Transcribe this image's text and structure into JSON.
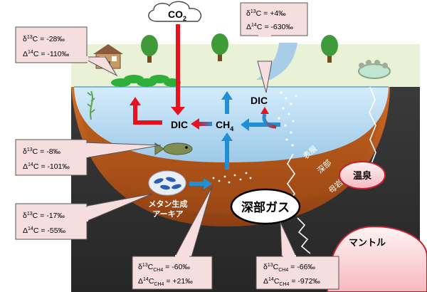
{
  "atmosphere": {
    "co2_label": "CO",
    "co2_sub": "2"
  },
  "top_right_box": {
    "delta13": {
      "sym": "δ",
      "sup": "13",
      "rest": "C = +4‰"
    },
    "delta14": {
      "sym": "Δ",
      "sup": "14",
      "rest": "C = -630‰"
    }
  },
  "left_top_box": {
    "delta13": {
      "sym": "δ",
      "sup": "13",
      "rest": "C = -28‰"
    },
    "delta14": {
      "sym": "Δ",
      "sup": "14",
      "rest": "C = -110‰"
    }
  },
  "left_mid_box": {
    "delta13": {
      "sym": "δ",
      "sup": "13",
      "rest": "C = -8‰"
    },
    "delta14": {
      "sym": "Δ",
      "sup": "14",
      "rest": "C = -101‰"
    }
  },
  "left_low_box": {
    "delta13": {
      "sym": "δ",
      "sup": "13",
      "rest": "C = -17‰"
    },
    "delta14": {
      "sym": "Δ",
      "sup": "14",
      "rest": "C = -55‰"
    }
  },
  "bottom_mid_box": {
    "delta13": {
      "sym": "δ",
      "sup": "13",
      "c": "C",
      "sub": "CH4",
      "rest": " = -60‰"
    },
    "delta14": {
      "sym": "Δ",
      "sup": "14",
      "c": "C",
      "sub": "CH4",
      "rest": " = +21‰"
    }
  },
  "bottom_right_box": {
    "delta13": {
      "sym": "δ",
      "sup": "13",
      "c": "C",
      "sub": "CH4",
      "rest": " = -66‰"
    },
    "delta14": {
      "sym": "Δ",
      "sup": "14",
      "c": "C",
      "sub": "CH4",
      "rest": " = -972‰"
    }
  },
  "lake": {
    "dic_center": "DIC",
    "dic_right": "DIC",
    "ch4_label": "CH",
    "ch4_sub": "4"
  },
  "sediment": {
    "surface_layer": "表層",
    "deep_layer": "深部",
    "bedrock": "母岩",
    "methanogen_line1": "メタン生成",
    "methanogen_line2": "アーキア"
  },
  "underground": {
    "deep_gas": "深部ガス",
    "hot_spring": "温泉",
    "mantle": "マントル"
  },
  "colors": {
    "red_arrow": "#e8121e",
    "blue_arrow": "#1f8fd6",
    "lake_water": "#b9dcf2",
    "sediment": "#b4561b",
    "bedrock": "#2f2f2f",
    "callout": "#f7dede",
    "ground": "#e9f2d6"
  }
}
